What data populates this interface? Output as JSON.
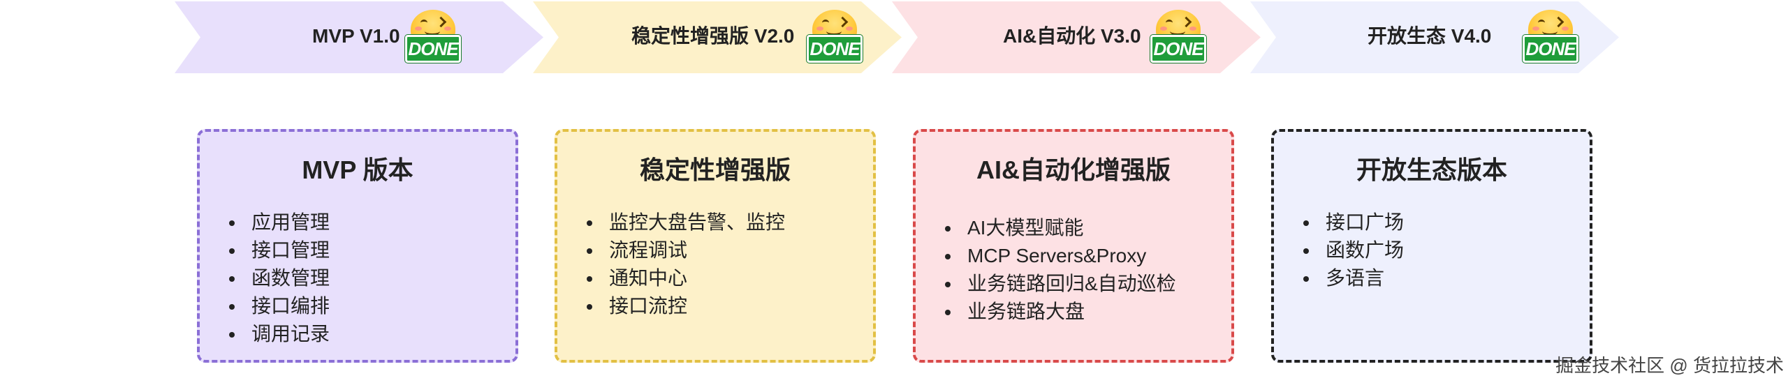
{
  "colors": {
    "stage1_fill": "#e8e0fc",
    "stage1_border": "#8b6fd6",
    "stage2_fill": "#fdf1c9",
    "stage2_border": "#e2c044",
    "stage3_fill": "#fde1e4",
    "stage3_border": "#d94a4a",
    "stage4_fill": "#eef0fd",
    "stage4_border": "#222222",
    "done_badge": "#1f9d3a"
  },
  "timeline": [
    {
      "title": "MVP V1.0",
      "badge": "DONE"
    },
    {
      "title": "稳定性增强版 V2.0",
      "badge": "DONE"
    },
    {
      "title": "AI&自动化 V3.0",
      "badge": "DONE"
    },
    {
      "title": "开放生态 V4.0",
      "badge": "DONE"
    }
  ],
  "cards": [
    {
      "title": "MVP 版本",
      "items": [
        "应用管理",
        "接口管理",
        "函数管理",
        "接口编排",
        "调用记录"
      ]
    },
    {
      "title": "稳定性增强版",
      "items": [
        "监控大盘告警、监控",
        "流程调试",
        "通知中心",
        "接口流控"
      ]
    },
    {
      "title": "AI&自动化增强版",
      "items": [
        "AI大模型赋能",
        "MCP Servers&Proxy",
        "业务链路回归&自动巡检",
        "业务链路大盘"
      ]
    },
    {
      "title": "开放生态版本",
      "items": [
        "接口广场",
        "函数广场",
        "多语言"
      ]
    }
  ],
  "watermark": "掘金技术社区 @ 货拉拉技术"
}
